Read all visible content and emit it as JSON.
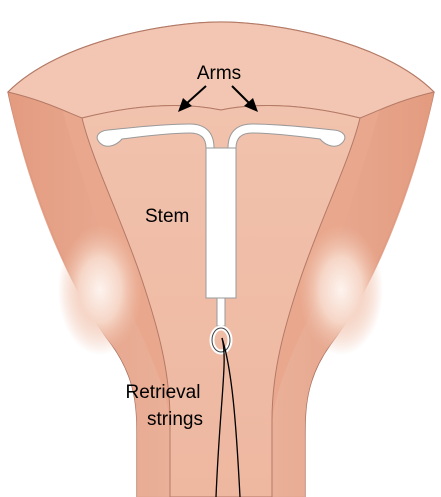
{
  "labels": {
    "arms": "Arms",
    "stem": "Stem",
    "retrieval_line1": "Retrieval",
    "retrieval_line2": "strings"
  },
  "colors": {
    "tissue_outer": "#e8a084",
    "tissue_mid": "#eebca6",
    "cavity": "#f3c9b6",
    "fundus": "#f4cdbd",
    "highlight": "#fdf3ee",
    "outline": "#a66d5c",
    "device": "#ffffff",
    "device_outline": "#a0a0a0",
    "string": "#000000"
  }
}
